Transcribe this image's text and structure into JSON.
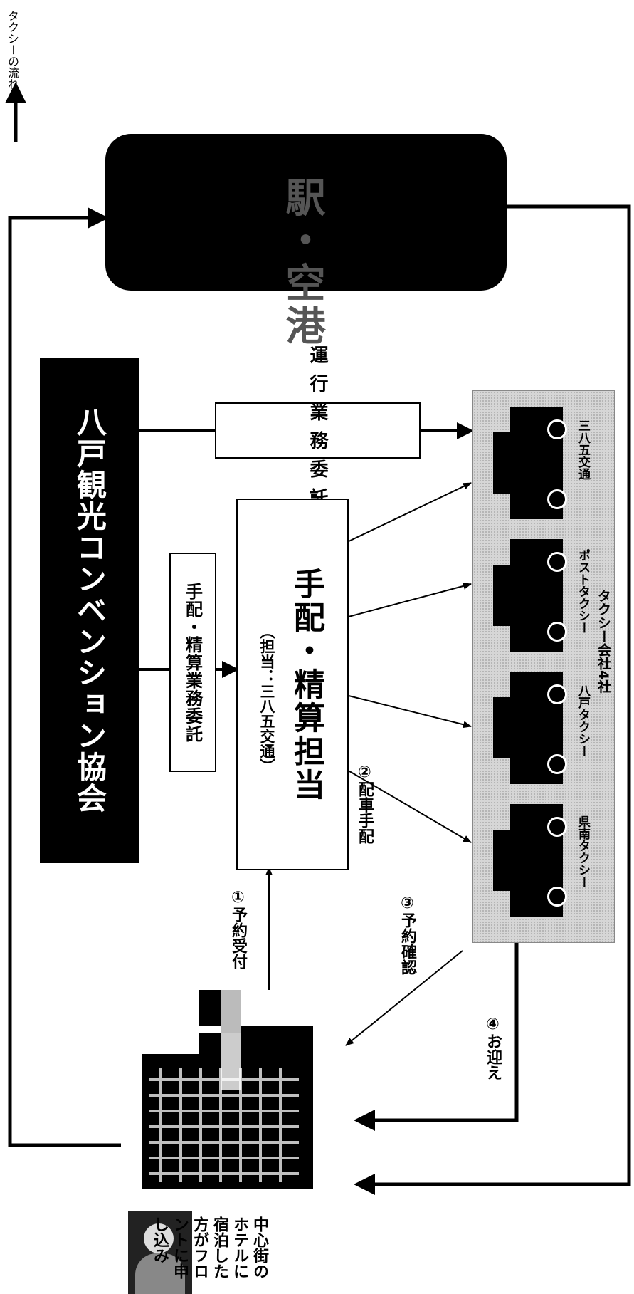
{
  "legend": {
    "text": "タクシーの流れ"
  },
  "destination": {
    "text": "駅・空港"
  },
  "association": {
    "name": "八戸観光コンベンション協会"
  },
  "contracts": {
    "operation": "運行業務委託",
    "arrangement": "手配・精算業務委託"
  },
  "coordinator": {
    "title": "手配・精算担当",
    "subtitle": "（担当：三八五交通）"
  },
  "steps": {
    "step1": "①予約受付",
    "step2": "②配車手配",
    "step3": "③予約確認",
    "step4": "④お迎え"
  },
  "taxi_group": {
    "label": "タクシー会社4社",
    "companies": [
      "三八五交通",
      "ポストタクシー",
      "八戸タクシー",
      "県南タクシー"
    ]
  },
  "guest": {
    "text": "中心街のホテルに宿泊した方がフロントに申し込み"
  }
}
